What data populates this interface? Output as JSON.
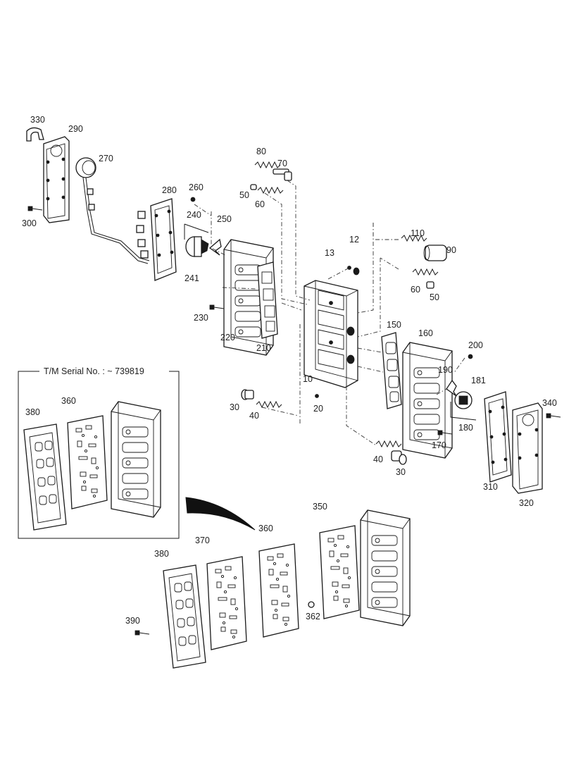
{
  "inset": {
    "title": "T/M Serial No. : ~ 739819"
  },
  "callouts": [
    {
      "id": "330",
      "text": "330"
    },
    {
      "id": "290",
      "text": "290"
    },
    {
      "id": "270",
      "text": "270"
    },
    {
      "id": "300",
      "text": "300"
    },
    {
      "id": "280",
      "text": "280"
    },
    {
      "id": "260",
      "text": "260"
    },
    {
      "id": "240",
      "text": "240"
    },
    {
      "id": "250",
      "text": "250"
    },
    {
      "id": "241",
      "text": "241"
    },
    {
      "id": "230",
      "text": "230"
    },
    {
      "id": "220",
      "text": "220"
    },
    {
      "id": "210",
      "text": "210"
    },
    {
      "id": "80",
      "text": "80"
    },
    {
      "id": "70",
      "text": "70"
    },
    {
      "id": "50a",
      "text": "50"
    },
    {
      "id": "60a",
      "text": "60"
    },
    {
      "id": "13",
      "text": "13"
    },
    {
      "id": "12",
      "text": "12"
    },
    {
      "id": "110",
      "text": "110"
    },
    {
      "id": "90",
      "text": "90"
    },
    {
      "id": "60b",
      "text": "60"
    },
    {
      "id": "50b",
      "text": "50"
    },
    {
      "id": "150",
      "text": "150"
    },
    {
      "id": "160",
      "text": "160"
    },
    {
      "id": "200",
      "text": "200"
    },
    {
      "id": "190",
      "text": "190"
    },
    {
      "id": "181",
      "text": "181"
    },
    {
      "id": "180",
      "text": "180"
    },
    {
      "id": "170",
      "text": "170"
    },
    {
      "id": "10",
      "text": "10"
    },
    {
      "id": "20",
      "text": "20"
    },
    {
      "id": "30a",
      "text": "30"
    },
    {
      "id": "40a",
      "text": "40"
    },
    {
      "id": "40b",
      "text": "40"
    },
    {
      "id": "30b",
      "text": "30"
    },
    {
      "id": "340",
      "text": "340"
    },
    {
      "id": "310",
      "text": "310"
    },
    {
      "id": "320",
      "text": "320"
    },
    {
      "id": "380a",
      "text": "380"
    },
    {
      "id": "360a",
      "text": "360"
    },
    {
      "id": "350",
      "text": "350"
    },
    {
      "id": "360b",
      "text": "360"
    },
    {
      "id": "370",
      "text": "370"
    },
    {
      "id": "380b",
      "text": "380"
    },
    {
      "id": "390",
      "text": "390"
    },
    {
      "id": "362",
      "text": "362"
    }
  ]
}
